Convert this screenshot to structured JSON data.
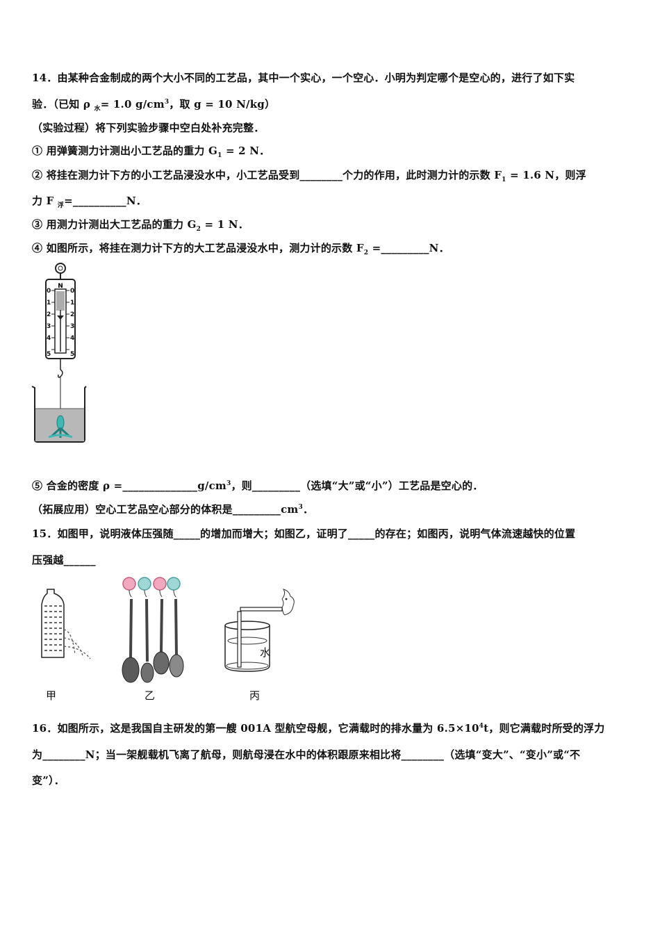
{
  "q14": {
    "l1": "14．由某种合金制成的两个大小不同的工艺品，其中一个实心，一个空心．小明为判定哪个是空心的，进行了如下实",
    "l2a": "验．（已知 ρ ",
    "l2sub": "水",
    "l2b": "= 1.0 g/cm",
    "l2sup": "3",
    "l2c": "，取 g = 10 N/kg）",
    "l3": "（实验过程）将下列实验步骤中空白处补充完整．",
    "l4a": "① 用弹簧测力计测出小工艺品的重力 G",
    "l4sub": "1",
    "l4b": " = 2 N．",
    "l5a": "② 将挂在测力计下方的小工艺品浸没水中，小工艺品受到________个力的作用，此时测力计的示数 F",
    "l5sub": "1",
    "l5b": " = 1.6 N，则浮",
    "l6a": "力 F ",
    "l6sub": "浮",
    "l6b": "=__________N．",
    "l7a": "③ 用测力计测出大工艺品的重力 G",
    "l7sub": "2",
    "l7b": " = 1 N．",
    "l8a": "④ 如图所示，将挂在测力计下方的大工艺品浸没水中，测力计的示数 F",
    "l8sub": "2",
    "l8b": " =_________N．",
    "scale_top": "N",
    "scale_ticks": [
      "0",
      "1",
      "2",
      "3",
      "4",
      "5"
    ],
    "l9a": "⑤ 合金的密度 ρ =______________g/cm",
    "l9sup": "3",
    "l9b": "，则_________（选填“大”或“小”）工艺品是空心的．",
    "l10a": "（拓展应用）空心工艺品空心部分的体积是_________cm",
    "l10sup": "3",
    "l10b": "．"
  },
  "q15": {
    "l1": "15．如图甲，说明液体压强随_____的增加而增大；如图乙，证明了_____的存在；如图丙，说明气体流速越快的位置",
    "l2": "压强越______",
    "cap_jia": "甲",
    "cap_yi": "乙",
    "cap_bing": "丙",
    "water_label": "水"
  },
  "q16": {
    "l1a": "16．如图所示，这是我国自主研发的第一艘 001A 型航空母舰，它满载时的排水量为 6.5×10",
    "l1sup": "4",
    "l1b": "t，则它满载时所受的浮力",
    "l2": "为________N；当一架舰载机飞离了航母，则航母浸在水中的体积跟原来相比将________（选填“变大”、“变小”或“不",
    "l3": "变”）．"
  }
}
